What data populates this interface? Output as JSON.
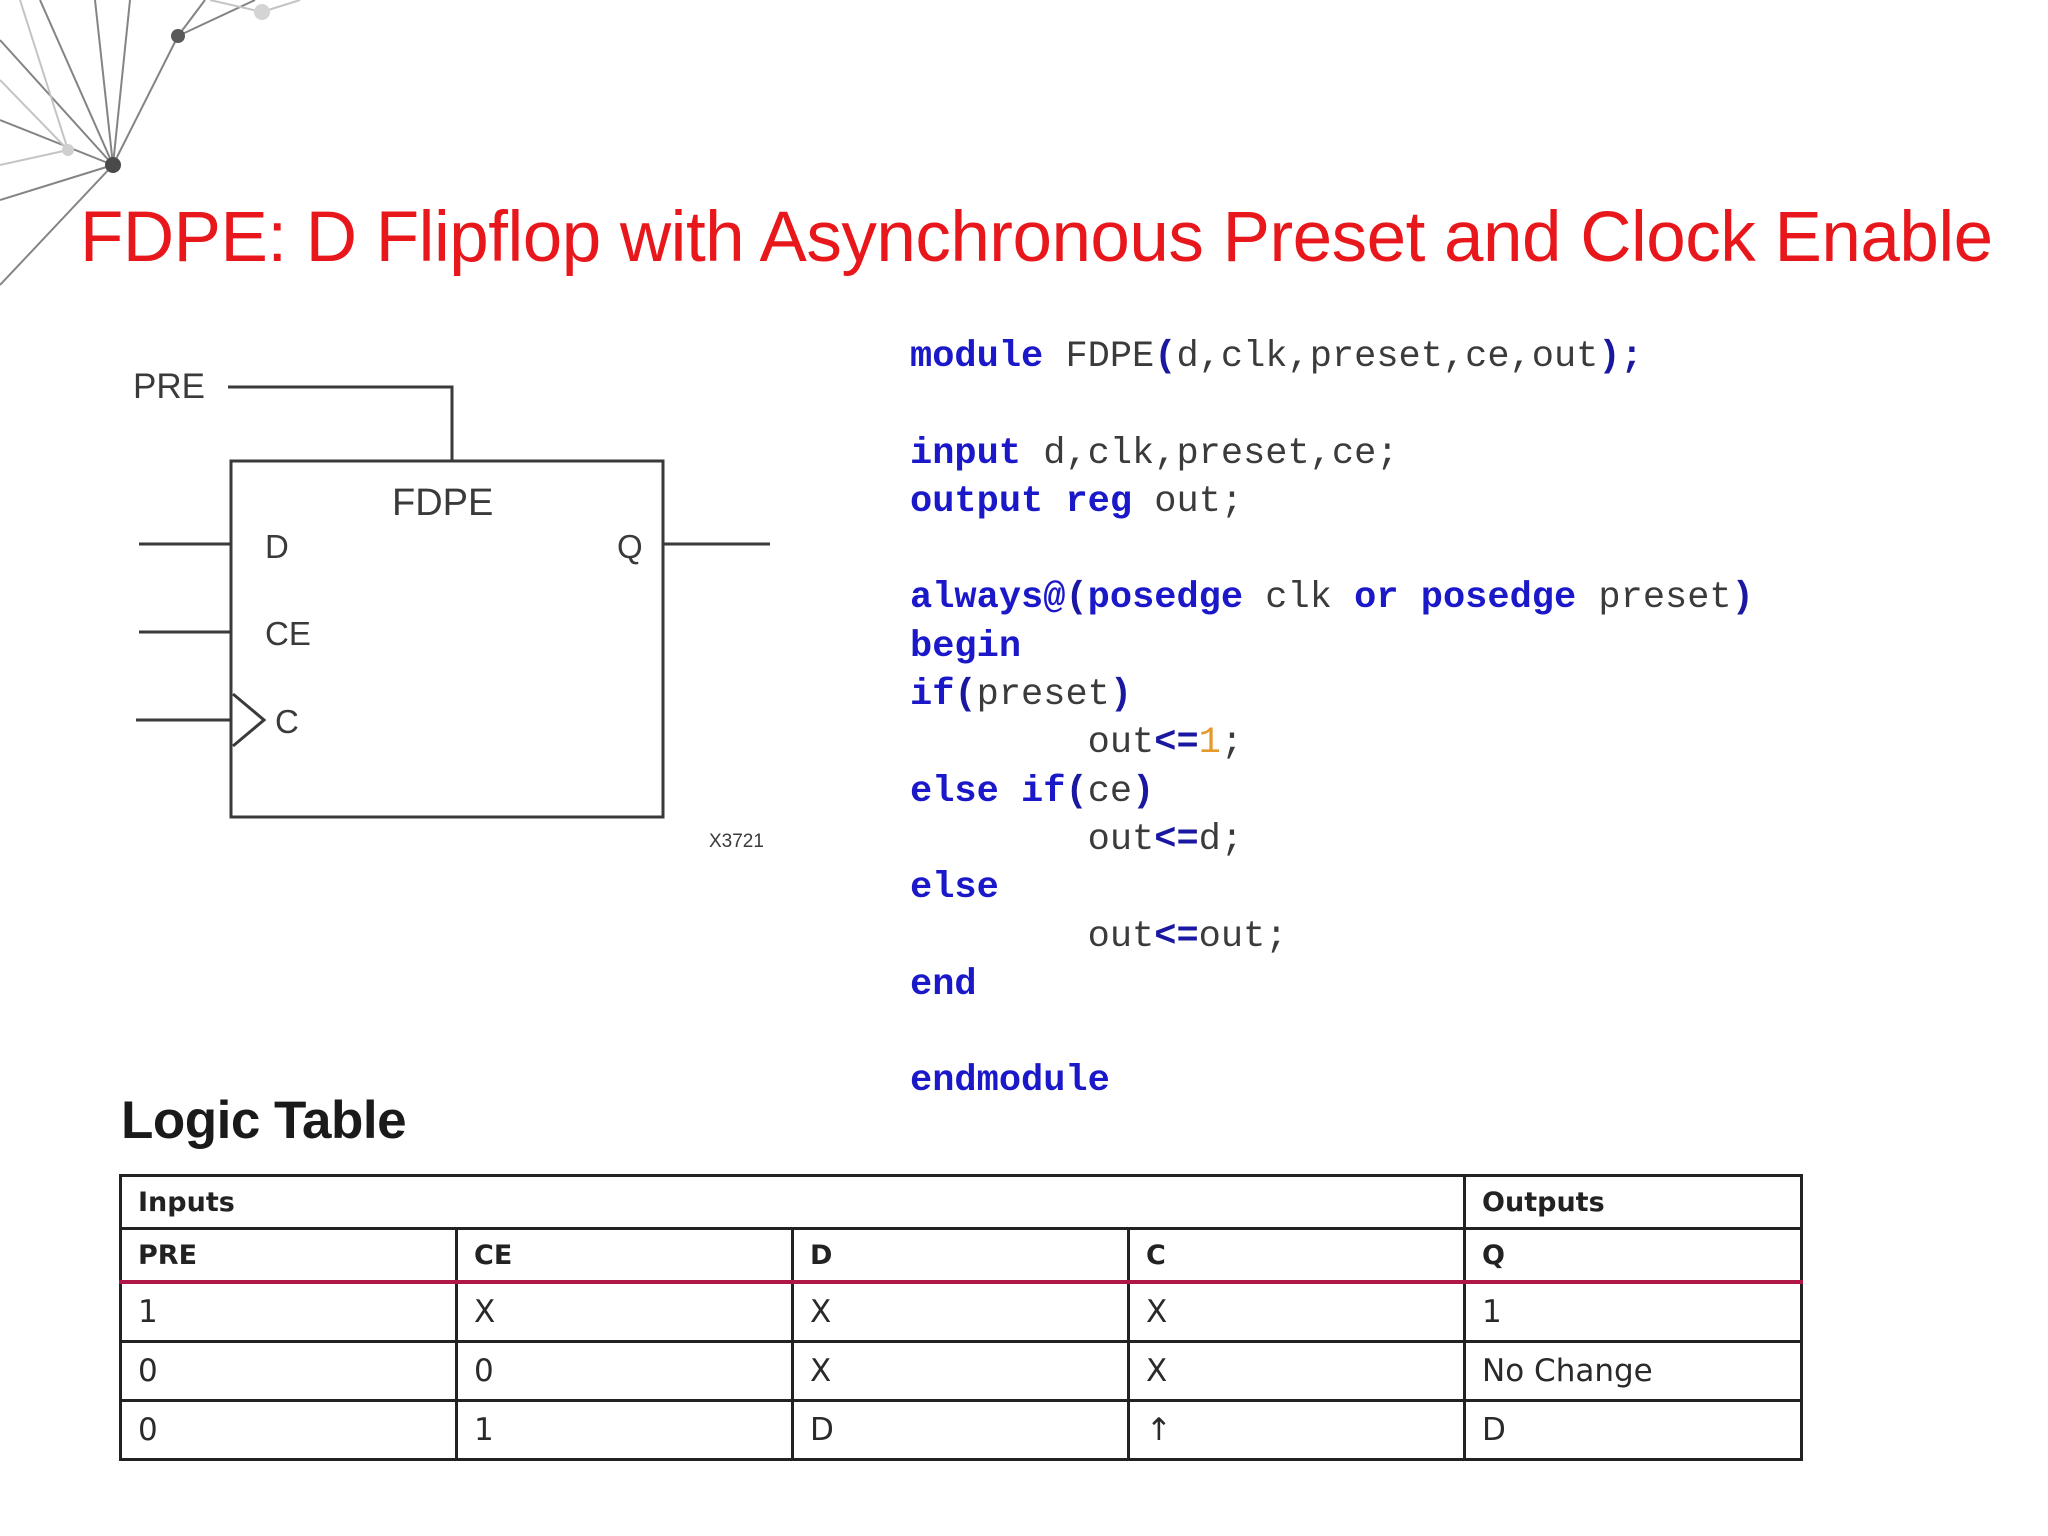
{
  "slide": {
    "title": "FDPE: D Flipflop with Asynchronous Preset and Clock Enable"
  },
  "symbol": {
    "name": "FDPE",
    "pins": {
      "pre": "PRE",
      "d": "D",
      "ce": "CE",
      "c": "C",
      "q": "Q"
    },
    "figure_id": "X3721"
  },
  "code": {
    "lines": [
      [
        {
          "t": "module",
          "c": "kw"
        },
        {
          "t": " FDPE"
        },
        {
          "t": "(",
          "c": "op"
        },
        {
          "t": "d,clk,preset,ce,out"
        },
        {
          "t": ");",
          "c": "op"
        }
      ],
      [],
      [
        {
          "t": "input",
          "c": "kw"
        },
        {
          "t": " d,clk,preset,ce;"
        }
      ],
      [
        {
          "t": "output",
          "c": "kw"
        },
        {
          "t": " "
        },
        {
          "t": "reg",
          "c": "kw"
        },
        {
          "t": " out;"
        }
      ],
      [],
      [
        {
          "t": "always@",
          "c": "kw"
        },
        {
          "t": "(",
          "c": "op"
        },
        {
          "t": "posedge",
          "c": "kw"
        },
        {
          "t": " clk "
        },
        {
          "t": "or",
          "c": "kw"
        },
        {
          "t": " "
        },
        {
          "t": "posedge",
          "c": "kw"
        },
        {
          "t": " preset"
        },
        {
          "t": ")",
          "c": "op"
        }
      ],
      [
        {
          "t": "begin",
          "c": "kw"
        }
      ],
      [
        {
          "t": "if",
          "c": "kw"
        },
        {
          "t": "(",
          "c": "op"
        },
        {
          "t": "preset"
        },
        {
          "t": ")",
          "c": "op"
        }
      ],
      [
        {
          "t": "        out"
        },
        {
          "t": "<=",
          "c": "op"
        },
        {
          "t": "1",
          "c": "num"
        },
        {
          "t": ";"
        }
      ],
      [
        {
          "t": "else",
          "c": "kw"
        },
        {
          "t": " "
        },
        {
          "t": "if",
          "c": "kw"
        },
        {
          "t": "(",
          "c": "op"
        },
        {
          "t": "ce"
        },
        {
          "t": ")",
          "c": "op"
        }
      ],
      [
        {
          "t": "        out"
        },
        {
          "t": "<=",
          "c": "op"
        },
        {
          "t": "d;"
        }
      ],
      [
        {
          "t": "else",
          "c": "kw"
        }
      ],
      [
        {
          "t": "        out"
        },
        {
          "t": "<=",
          "c": "op"
        },
        {
          "t": "out;"
        }
      ],
      [
        {
          "t": "end",
          "c": "kw"
        }
      ],
      [],
      [
        {
          "t": "endmodule",
          "c": "kw"
        }
      ]
    ]
  },
  "logic_table": {
    "heading": "Logic Table",
    "group_headers": {
      "inputs": "Inputs",
      "outputs": "Outputs"
    },
    "columns": [
      "PRE",
      "CE",
      "D",
      "C",
      "Q"
    ],
    "rows": [
      [
        "1",
        "X",
        "X",
        "X",
        "1"
      ],
      [
        "0",
        "0",
        "X",
        "X",
        "No Change"
      ],
      [
        "0",
        "1",
        "D",
        "↑",
        "D"
      ]
    ]
  },
  "colors": {
    "title": "#e8171b",
    "keyword": "#1a18c9",
    "number": "#e59a2e",
    "table_header_rule": "#b01646"
  }
}
